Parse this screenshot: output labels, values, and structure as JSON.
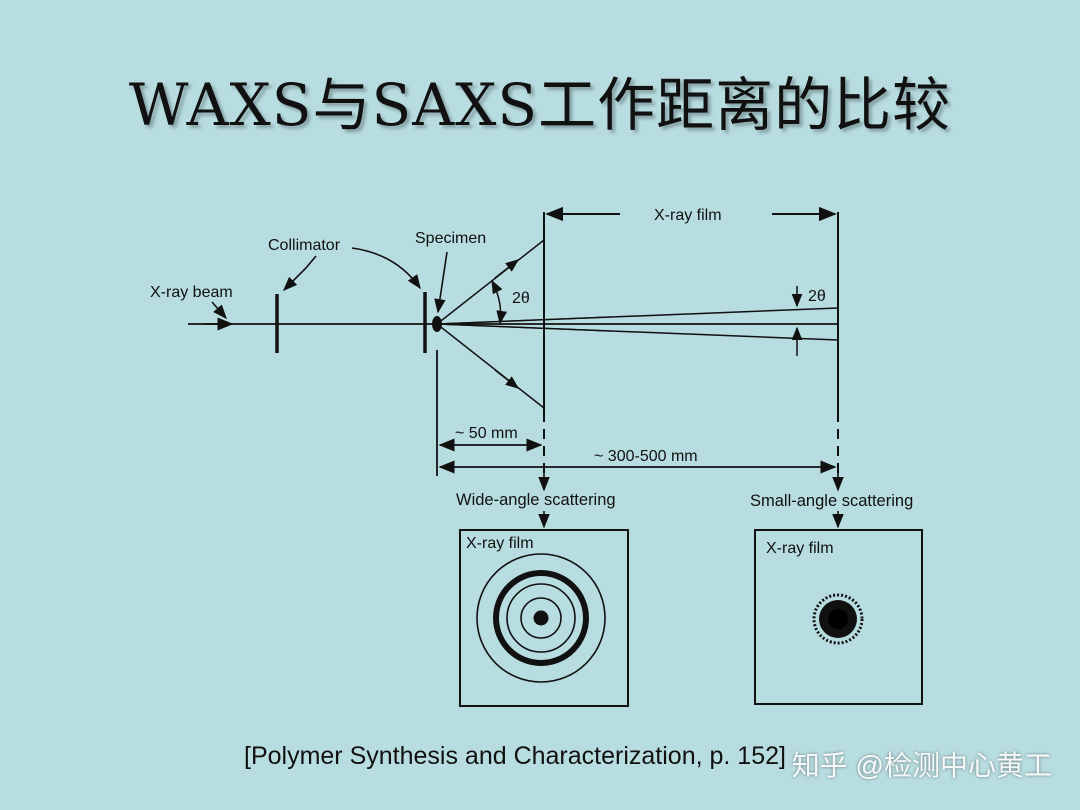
{
  "title": "WAXS与SAXS工作距离的比较",
  "diagram": {
    "labels": {
      "xray_beam": "X-ray beam",
      "collimator": "Collimator",
      "specimen": "Specimen",
      "xray_film_top": "X-ray film",
      "angle_left": "2θ",
      "angle_right": "2θ",
      "dist_50": "~ 50 mm",
      "dist_300": "~ 300-500 mm",
      "wide_angle": "Wide-angle scattering",
      "small_angle": "Small-angle scattering",
      "film_waxs": "X-ray film",
      "film_saxs": "X-ray film"
    }
  },
  "citation": "[Polymer Synthesis and Characterization, p. 152]",
  "watermark": "知乎 @检测中心黄工"
}
